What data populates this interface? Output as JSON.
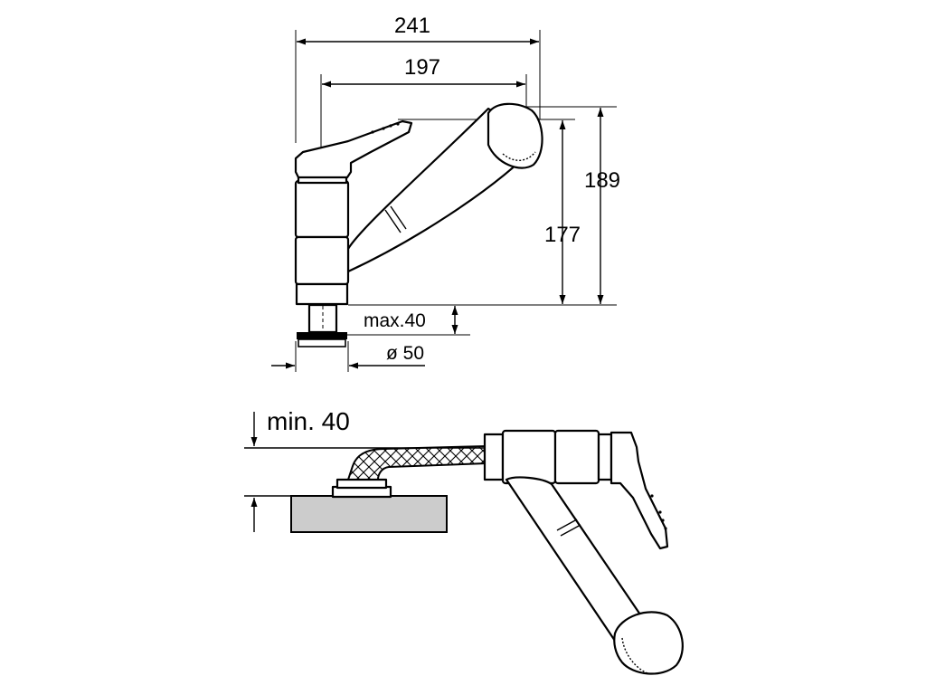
{
  "dimensions": {
    "width_total": "241",
    "width_spout": "197",
    "height_total": "189",
    "height_spout": "177",
    "max_thickness": "max.40",
    "hole_diameter": "ø 50",
    "min_clearance": "min. 40"
  },
  "colors": {
    "line": "#000000",
    "countertop": "#cccccc",
    "background": "#ffffff"
  }
}
